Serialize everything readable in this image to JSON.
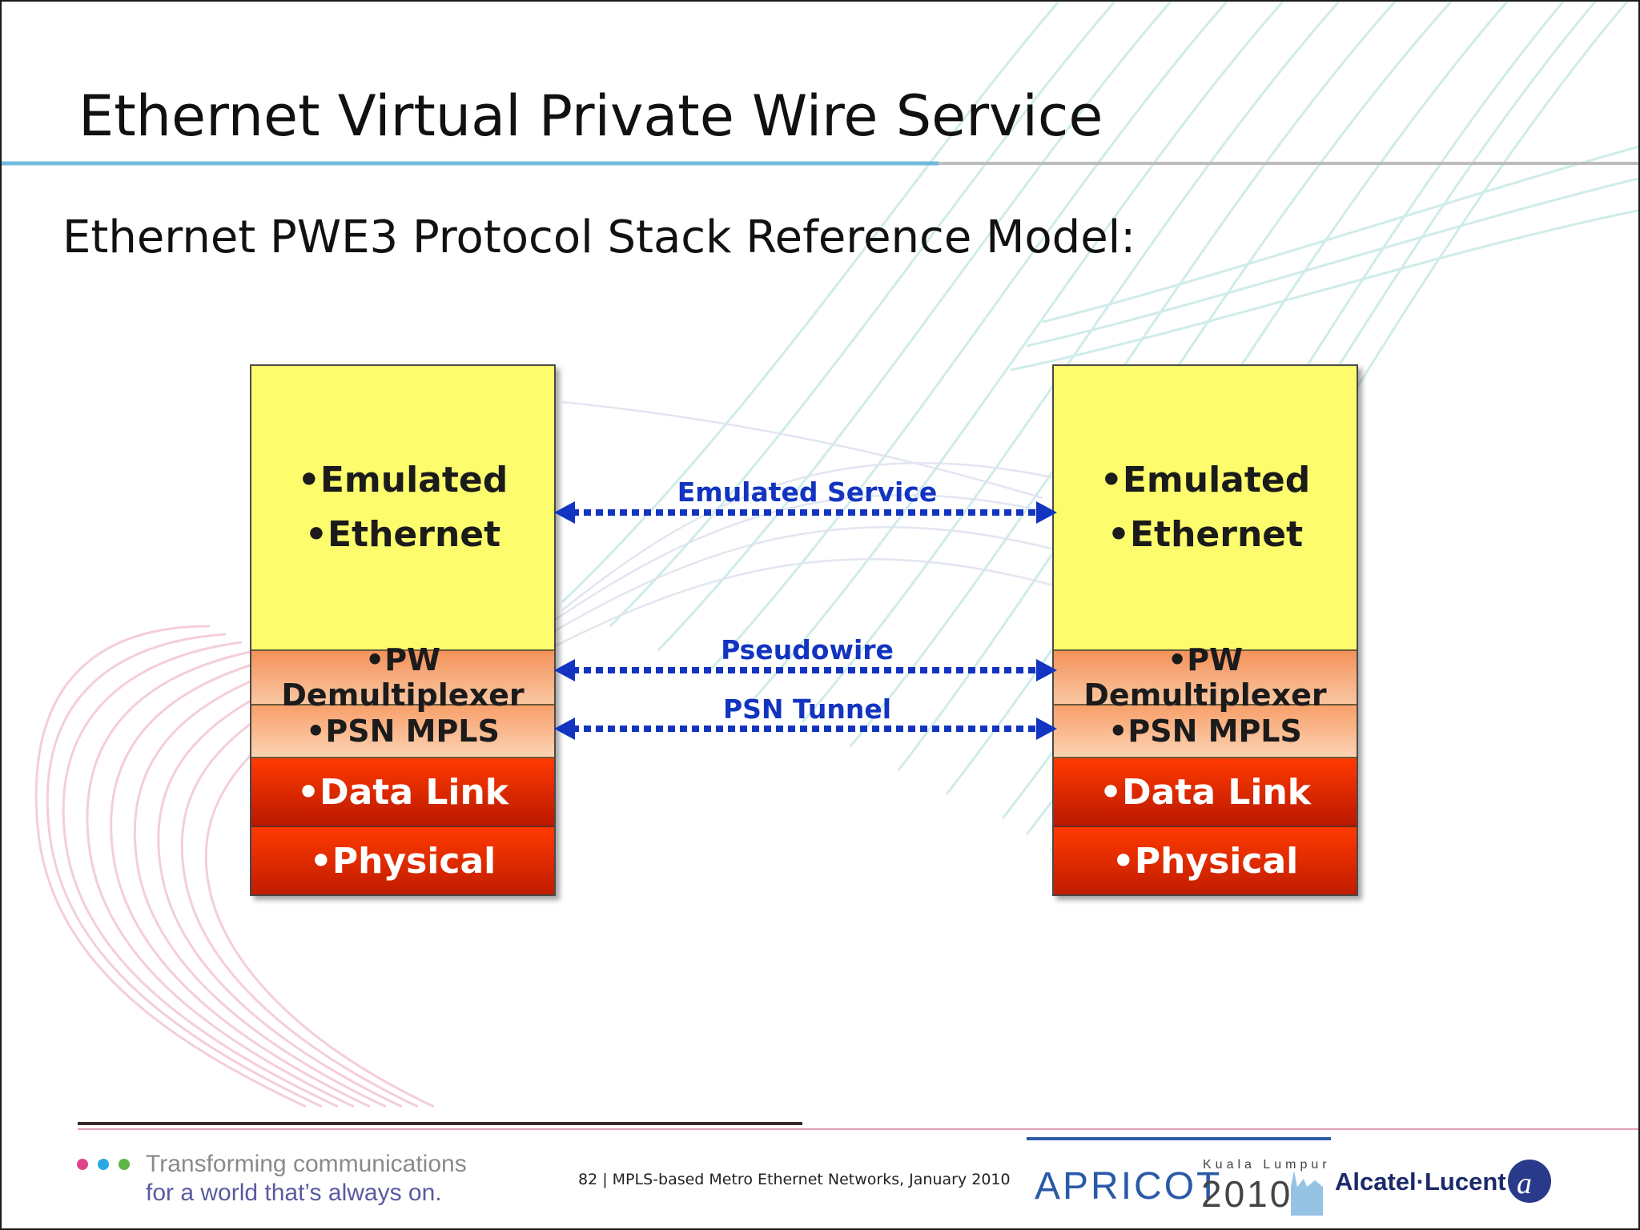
{
  "slide": {
    "title": "Ethernet Virtual Private Wire Service",
    "subtitle": "Ethernet PWE3 Protocol Stack Reference Model:"
  },
  "stacks": [
    {
      "app_line1": "•Emulated",
      "app_line2": "•Ethernet",
      "pw": "•PW Demultiplexer",
      "psn": "•PSN MPLS",
      "data_link": "•Data Link",
      "physical": "•Physical"
    },
    {
      "app_line1": "•Emulated",
      "app_line2": "•Ethernet",
      "pw": "•PW Demultiplexer",
      "psn": "•PSN MPLS",
      "data_link": "•Data Link",
      "physical": "•Physical"
    }
  ],
  "links": {
    "emulated_service": "Emulated Service",
    "pseudowire": "Pseudowire",
    "psn_tunnel": "PSN Tunnel"
  },
  "footer": {
    "tagline_line1": "Transforming communications",
    "tagline_line2": "for a world that’s always on.",
    "caption": "82 | MPLS-based Metro Ethernet Networks, January 2010",
    "event_name": "APRICOT",
    "event_city": "Kuala Lumpur",
    "event_year": "2010",
    "company": "Alcatel·Lucent"
  },
  "colors": {
    "app_layer": "#fcfc6c",
    "pw_layer": "#f7a678",
    "data_link_layer": "#e02800",
    "link_arrows": "#1234c0"
  }
}
